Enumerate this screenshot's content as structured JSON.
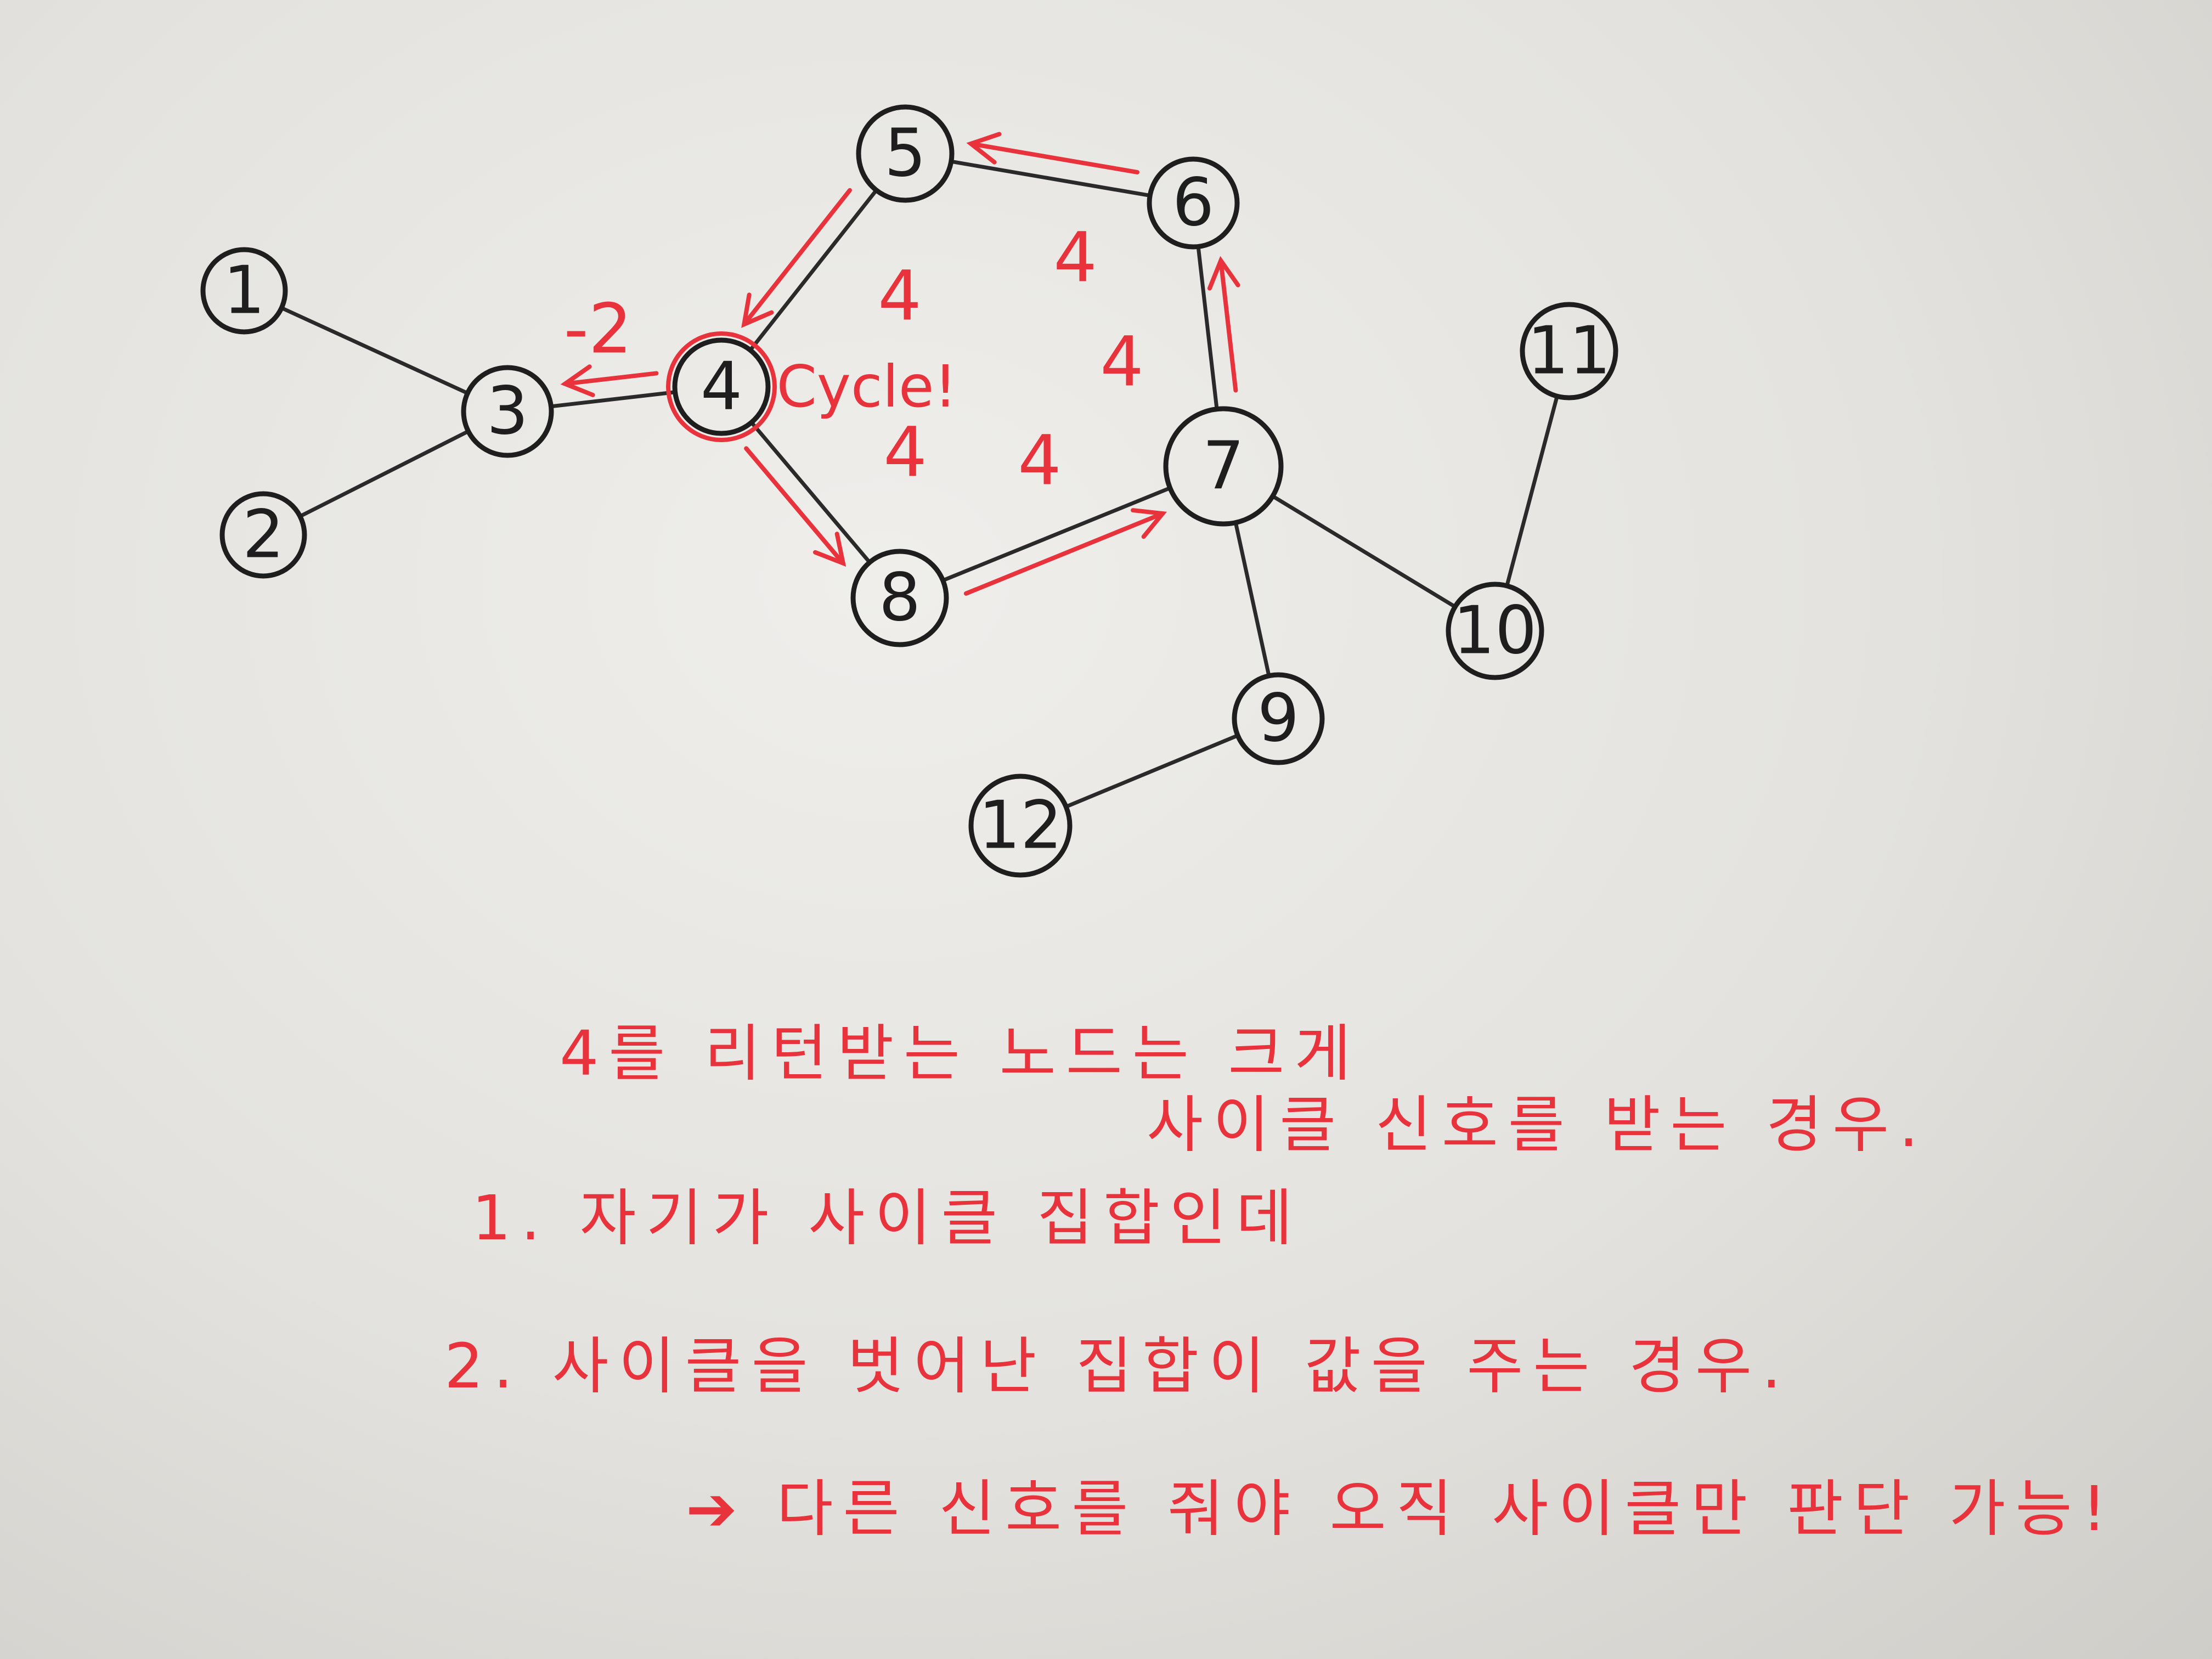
{
  "diagram": {
    "nodes": [
      {
        "id": "1",
        "label": "1"
      },
      {
        "id": "2",
        "label": "2"
      },
      {
        "id": "3",
        "label": "3"
      },
      {
        "id": "4",
        "label": "4"
      },
      {
        "id": "5",
        "label": "5"
      },
      {
        "id": "6",
        "label": "6"
      },
      {
        "id": "7",
        "label": "7"
      },
      {
        "id": "8",
        "label": "8"
      },
      {
        "id": "9",
        "label": "9"
      },
      {
        "id": "10",
        "label": "10"
      },
      {
        "id": "11",
        "label": "11"
      },
      {
        "id": "12",
        "label": "12"
      }
    ],
    "edges": [
      [
        "1",
        "3"
      ],
      [
        "2",
        "3"
      ],
      [
        "3",
        "4"
      ],
      [
        "4",
        "5"
      ],
      [
        "4",
        "8"
      ],
      [
        "5",
        "6"
      ],
      [
        "6",
        "7"
      ],
      [
        "8",
        "7"
      ],
      [
        "7",
        "9"
      ],
      [
        "7",
        "10"
      ],
      [
        "9",
        "12"
      ],
      [
        "10",
        "11"
      ]
    ],
    "returned_values": [
      {
        "from": "4",
        "to": "3",
        "label": "-2"
      },
      {
        "from": "5",
        "to": "4",
        "label": "4"
      },
      {
        "from": "6",
        "to": "5",
        "label": "4"
      },
      {
        "from": "7",
        "to": "6",
        "label": "4"
      },
      {
        "from": "8",
        "to": "7",
        "label": "4"
      },
      {
        "from": "4",
        "to": "8",
        "label": "4"
      }
    ],
    "cycle_label": "Cycle!",
    "cycle_start_node": "4"
  },
  "notes": {
    "line1": "4를 리턴받는 노드는 크게",
    "line2": "사이클 신호를 받는 경우.",
    "line3": "1. 자기가 사이클 집합인데",
    "line4": "2. 사이클을 벗어난 집합이 값을 주는 경우.",
    "line5": "➔ 다른 신호를 줘야 오직 사이클만 판단 가능!"
  },
  "colors": {
    "pencil": "#1e1e1e",
    "red_pen": "#e8323c",
    "paper": "#e9e8e4"
  }
}
